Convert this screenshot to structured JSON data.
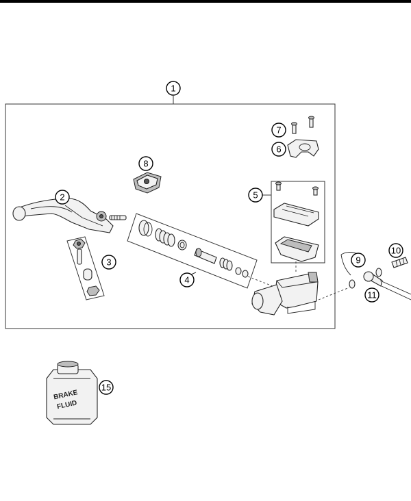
{
  "callouts": {
    "c1": "1",
    "c2": "2",
    "c3": "3",
    "c4": "4",
    "c5": "5",
    "c6": "6",
    "c7": "7",
    "c8": "8",
    "c9": "9",
    "c10": "10",
    "c11": "11",
    "c15": "15"
  },
  "bottle_label": {
    "line1": "BRAKE",
    "line2": "FLUID"
  }
}
